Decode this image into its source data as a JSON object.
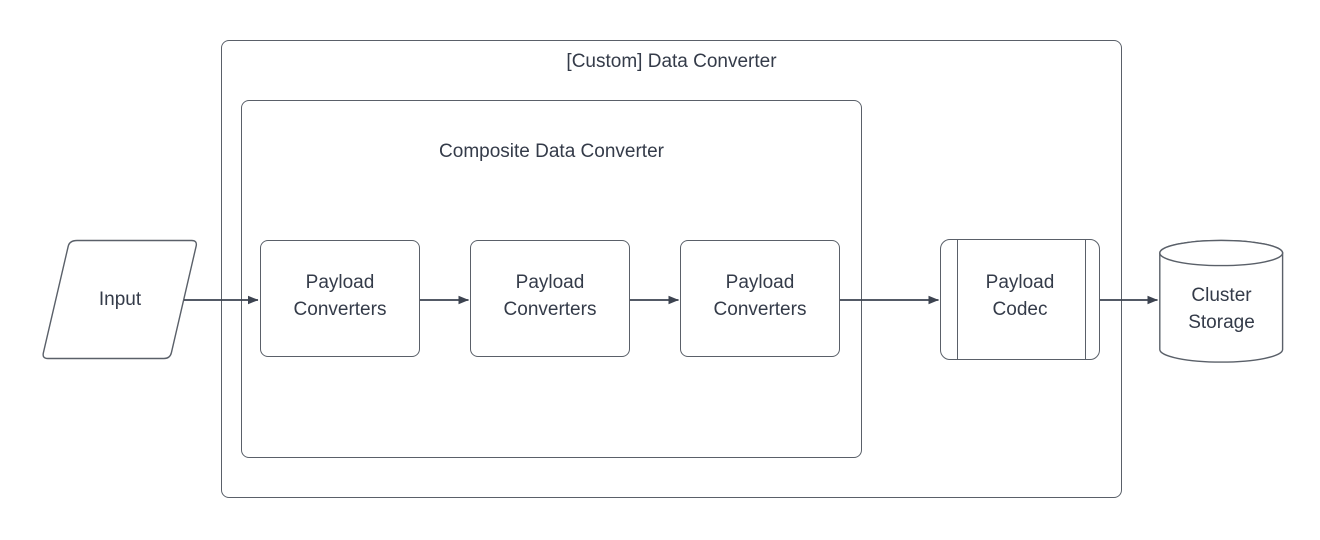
{
  "theme": {
    "background": "#ffffff",
    "shape_stroke": "#5a6069",
    "arrow_color": "#3c4350",
    "text_color": "#343b49"
  },
  "diagram": {
    "outer_container": {
      "label": "[Custom] Data Converter"
    },
    "inner_container": {
      "label": "Composite Data Converter"
    },
    "input": {
      "label": "Input",
      "shape": "parallelogram"
    },
    "payload_converters": [
      {
        "lines": [
          "Payload",
          "Converters"
        ],
        "shape": "rounded-rectangle"
      },
      {
        "lines": [
          "Payload",
          "Converters"
        ],
        "shape": "rounded-rectangle"
      },
      {
        "lines": [
          "Payload",
          "Converters"
        ],
        "shape": "rounded-rectangle"
      }
    ],
    "payload_codec": {
      "lines": [
        "Payload",
        "Codec"
      ],
      "shape": "predefined-process"
    },
    "cluster_storage": {
      "lines": [
        "Cluster",
        "Storage"
      ],
      "shape": "cylinder"
    }
  }
}
